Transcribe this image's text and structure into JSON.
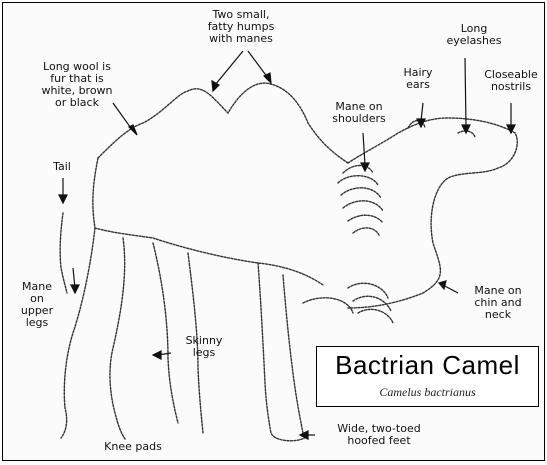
{
  "title": "Bactrian Camel",
  "subtitle": "Camelus bactrianus",
  "labels": {
    "humps": "Two small,\nfatty humps\nwith manes",
    "wool": "Long wool is\nfur that is\nwhite, brown\nor black",
    "eyelashes": "Long\neyelashes",
    "ears": "Hairy\nears",
    "nostrils": "Closeable\nnostrils",
    "shoulders": "Mane on\nshoulders",
    "tail": "Tail",
    "upper_legs": "Mane\non\nupper\nlegs",
    "chin": "Mane on\nchin and\nneck",
    "legs": "Skinny\nlegs",
    "feet": "Wide, two-toed\nhoofed feet",
    "knees": "Knee pads"
  }
}
